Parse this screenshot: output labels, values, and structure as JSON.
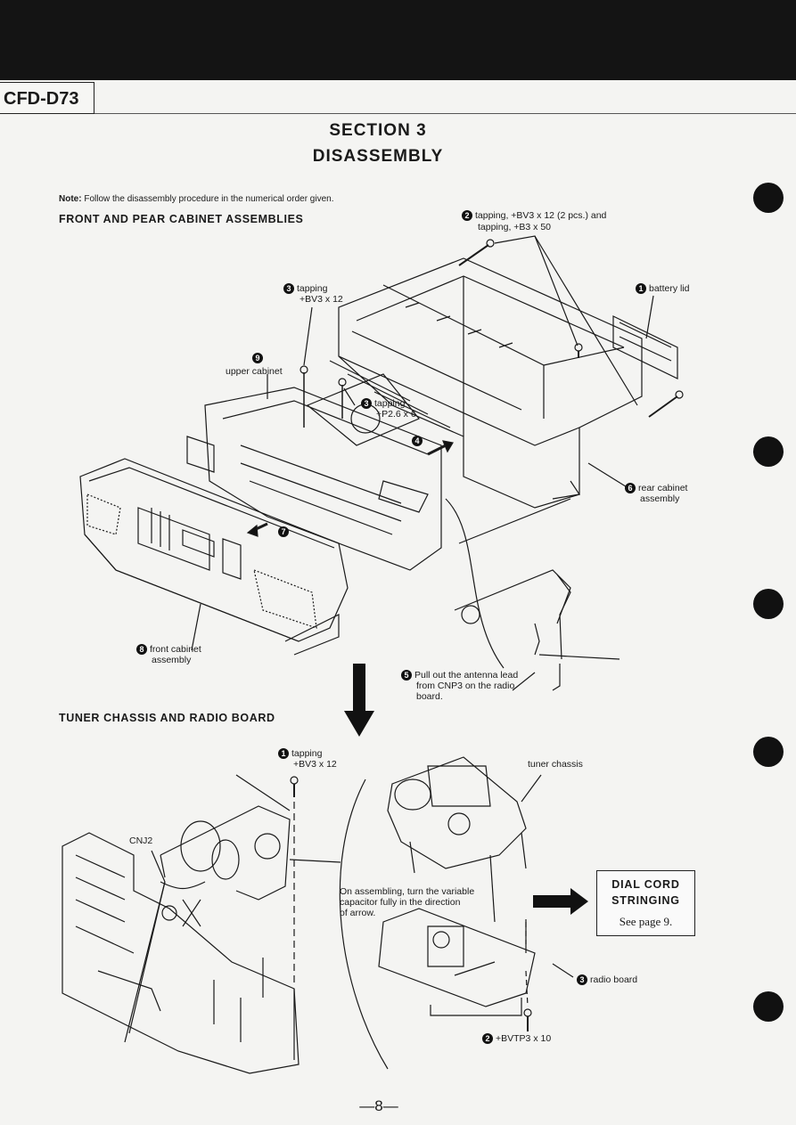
{
  "model": "CFD-D73",
  "section": "SECTION 3",
  "title": "DISASSEMBLY",
  "note_label": "Note:",
  "note_text": "Follow the disassembly procedure in the numerical order given.",
  "headers": {
    "front": "FRONT AND PEAR CABINET ASSEMBLIES",
    "tuner": "TUNER CHASSIS AND RADIO BOARD"
  },
  "callouts_top": {
    "c2": {
      "num": "2",
      "line1": "tapping, +BV3 x 12 (2 pcs.) and",
      "line2": "tapping, +B3 x 50"
    },
    "c1": {
      "num": "1",
      "line1": "battery lid"
    },
    "c3a": {
      "num": "3",
      "line1": "tapping",
      "line2": "+BV3 x 12"
    },
    "c9": {
      "num": "9",
      "line1": "upper cabinet"
    },
    "c3b": {
      "num": "3",
      "line1": "tapping",
      "line2": "+P2.6 x 6"
    },
    "c4": {
      "num": "4"
    },
    "c6": {
      "num": "6",
      "line1": "rear cabinet",
      "line2": "assembly"
    },
    "c7": {
      "num": "7"
    },
    "c8": {
      "num": "8",
      "line1": "front cabinet",
      "line2": "assembly"
    },
    "c5": {
      "num": "5",
      "line1": "Pull out the antenna lead",
      "line2": "from CNP3 on the radio",
      "line3": "board."
    }
  },
  "callouts_bottom": {
    "c1": {
      "num": "1",
      "line1": "tapping",
      "line2": "+BV3 x 12"
    },
    "cnj2": "CNJ2",
    "tuner": "tuner chassis",
    "assembling": {
      "line1": "On assembling, turn the variable",
      "line2": "capacitor fully in the direction",
      "line3": "of arrow."
    },
    "c3": {
      "num": "3",
      "line1": "radio board"
    },
    "c2": {
      "num": "2",
      "line1": "+BVTP3 x 10"
    }
  },
  "dial_box": {
    "line1": "DIAL  CORD",
    "line2": "STRINGING",
    "see": "See page 9."
  },
  "page_number": "—8—"
}
